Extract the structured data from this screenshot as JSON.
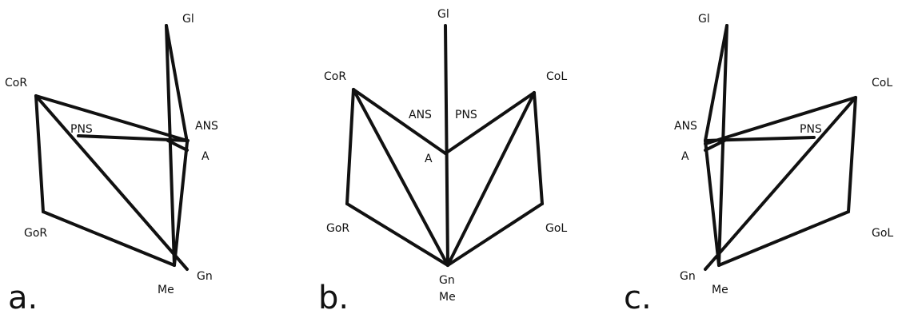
{
  "panels": [
    {
      "letter": "a.",
      "points": {
        "Gl": "Gl",
        "CoR": "CoR",
        "PNS": "PNS",
        "ANS": "ANS",
        "A": "A",
        "GoR": "GoR",
        "Gn": "Gn",
        "Me": "Me"
      }
    },
    {
      "letter": "b.",
      "points": {
        "Gl": "Gl",
        "CoR": "CoR",
        "CoL": "CoL",
        "ANS": "ANS",
        "PNS": "PNS",
        "A": "A",
        "GoR": "GoR",
        "GoL": "GoL",
        "Gn": "Gn",
        "Me": "Me"
      }
    },
    {
      "letter": "c.",
      "points": {
        "Gl": "Gl",
        "CoL": "CoL",
        "ANS": "ANS",
        "PNS": "PNS",
        "A": "A",
        "GoL": "GoL",
        "Gn": "Gn",
        "Me": "Me"
      }
    }
  ]
}
